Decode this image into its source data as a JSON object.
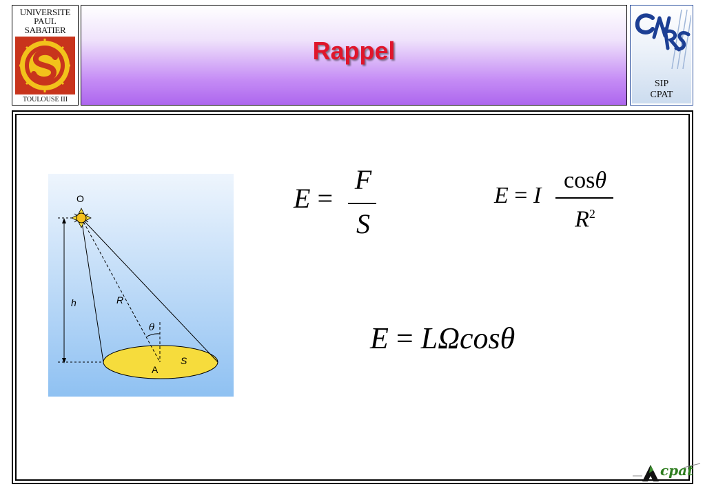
{
  "header": {
    "left_logo": {
      "lines": [
        "UNIVERSITE",
        "PAUL",
        "SABATIER",
        "TOULOUSE III"
      ],
      "seal_color": "#c8341c",
      "icon": "university-seal-icon"
    },
    "title": "Rappel",
    "title_color": "#e0152b",
    "right_logo": {
      "brand": "CNRS",
      "lines": [
        "SIP",
        "CPAT"
      ],
      "icon": "cnrs-logo-icon"
    }
  },
  "figure": {
    "labels": {
      "source": "O",
      "height": "h",
      "distance": "R",
      "angle": "θ",
      "point": "A",
      "surface": "S"
    },
    "background": "#a6cdf5",
    "surface_color": "#f6dc3c"
  },
  "equations": {
    "eq1": {
      "lhs": "E",
      "op": "=",
      "num": "F",
      "den": "S"
    },
    "eq2": {
      "lhs": "E",
      "op": "=",
      "factor": "I",
      "num_fn": "cos",
      "num_var": "θ",
      "den": "R",
      "den_exp": "2"
    },
    "eq3": {
      "lhs": "E",
      "op": "=",
      "rhs": "LΩcos",
      "var": "θ"
    }
  },
  "footer": {
    "logo_text": "cpat",
    "icon": "cpat-logo-icon"
  }
}
